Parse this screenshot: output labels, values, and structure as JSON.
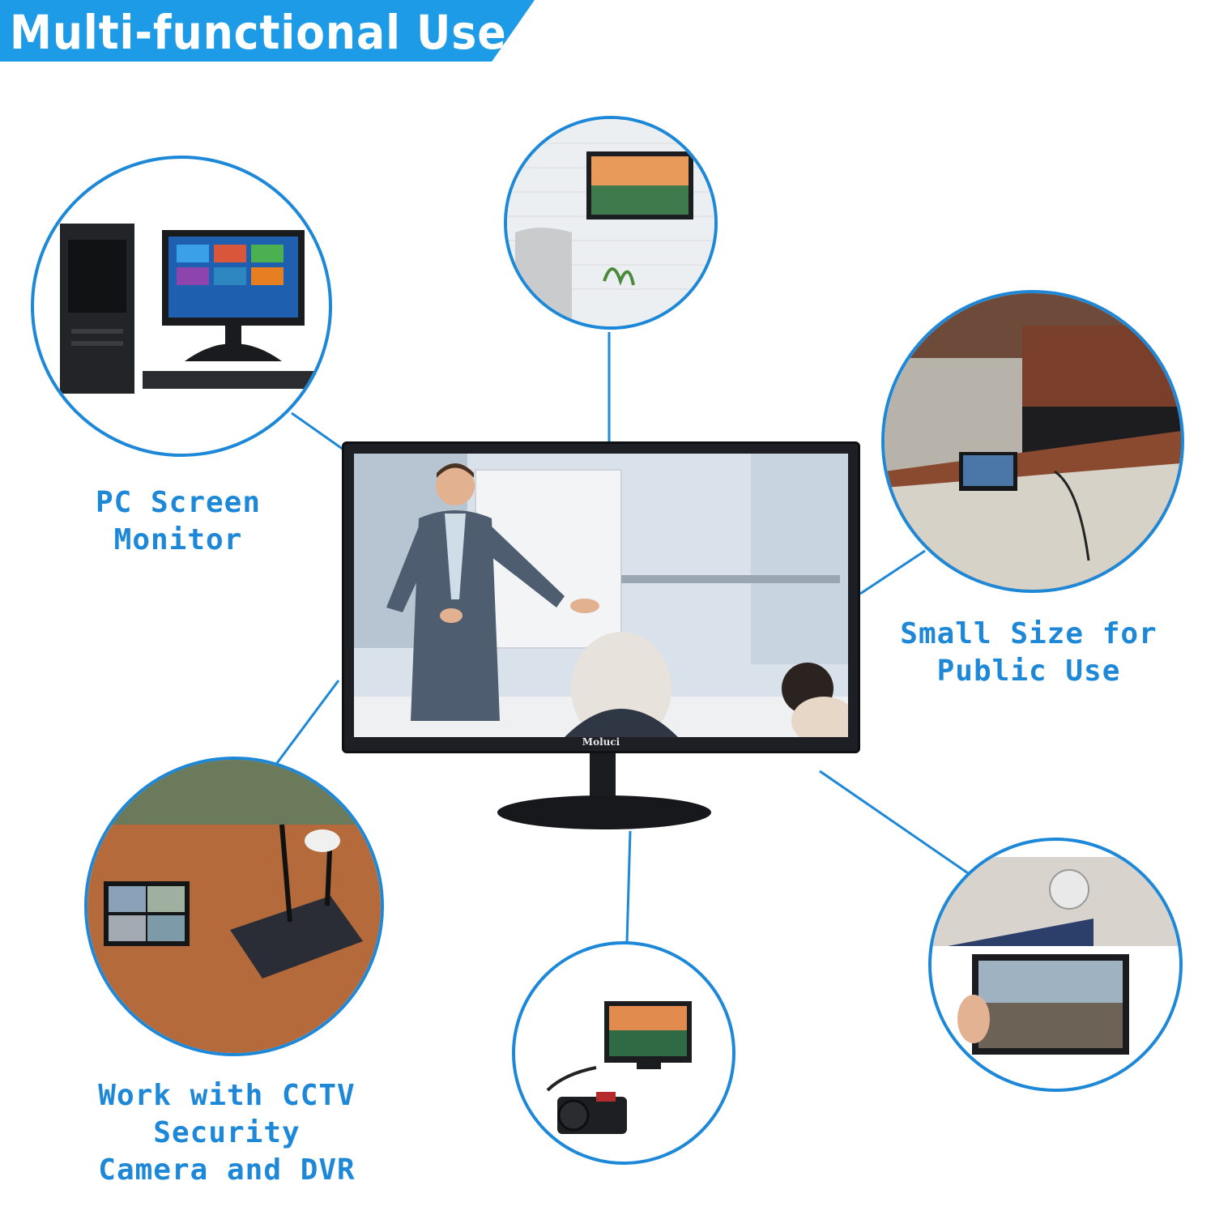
{
  "header": {
    "title": "Multi-functional Use"
  },
  "captions": {
    "pc": "PC Screen Monitor",
    "public_line1": "Small Size for",
    "public_line2": "Public Use",
    "cctv_line1": "Work with CCTV Security",
    "cctv_line2": "Camera and DVR"
  },
  "monitor": {
    "brand": "Moluci"
  },
  "colors": {
    "accent": "#1e9be6",
    "caption": "#1e88d8",
    "bezel": "#1d1f24"
  }
}
